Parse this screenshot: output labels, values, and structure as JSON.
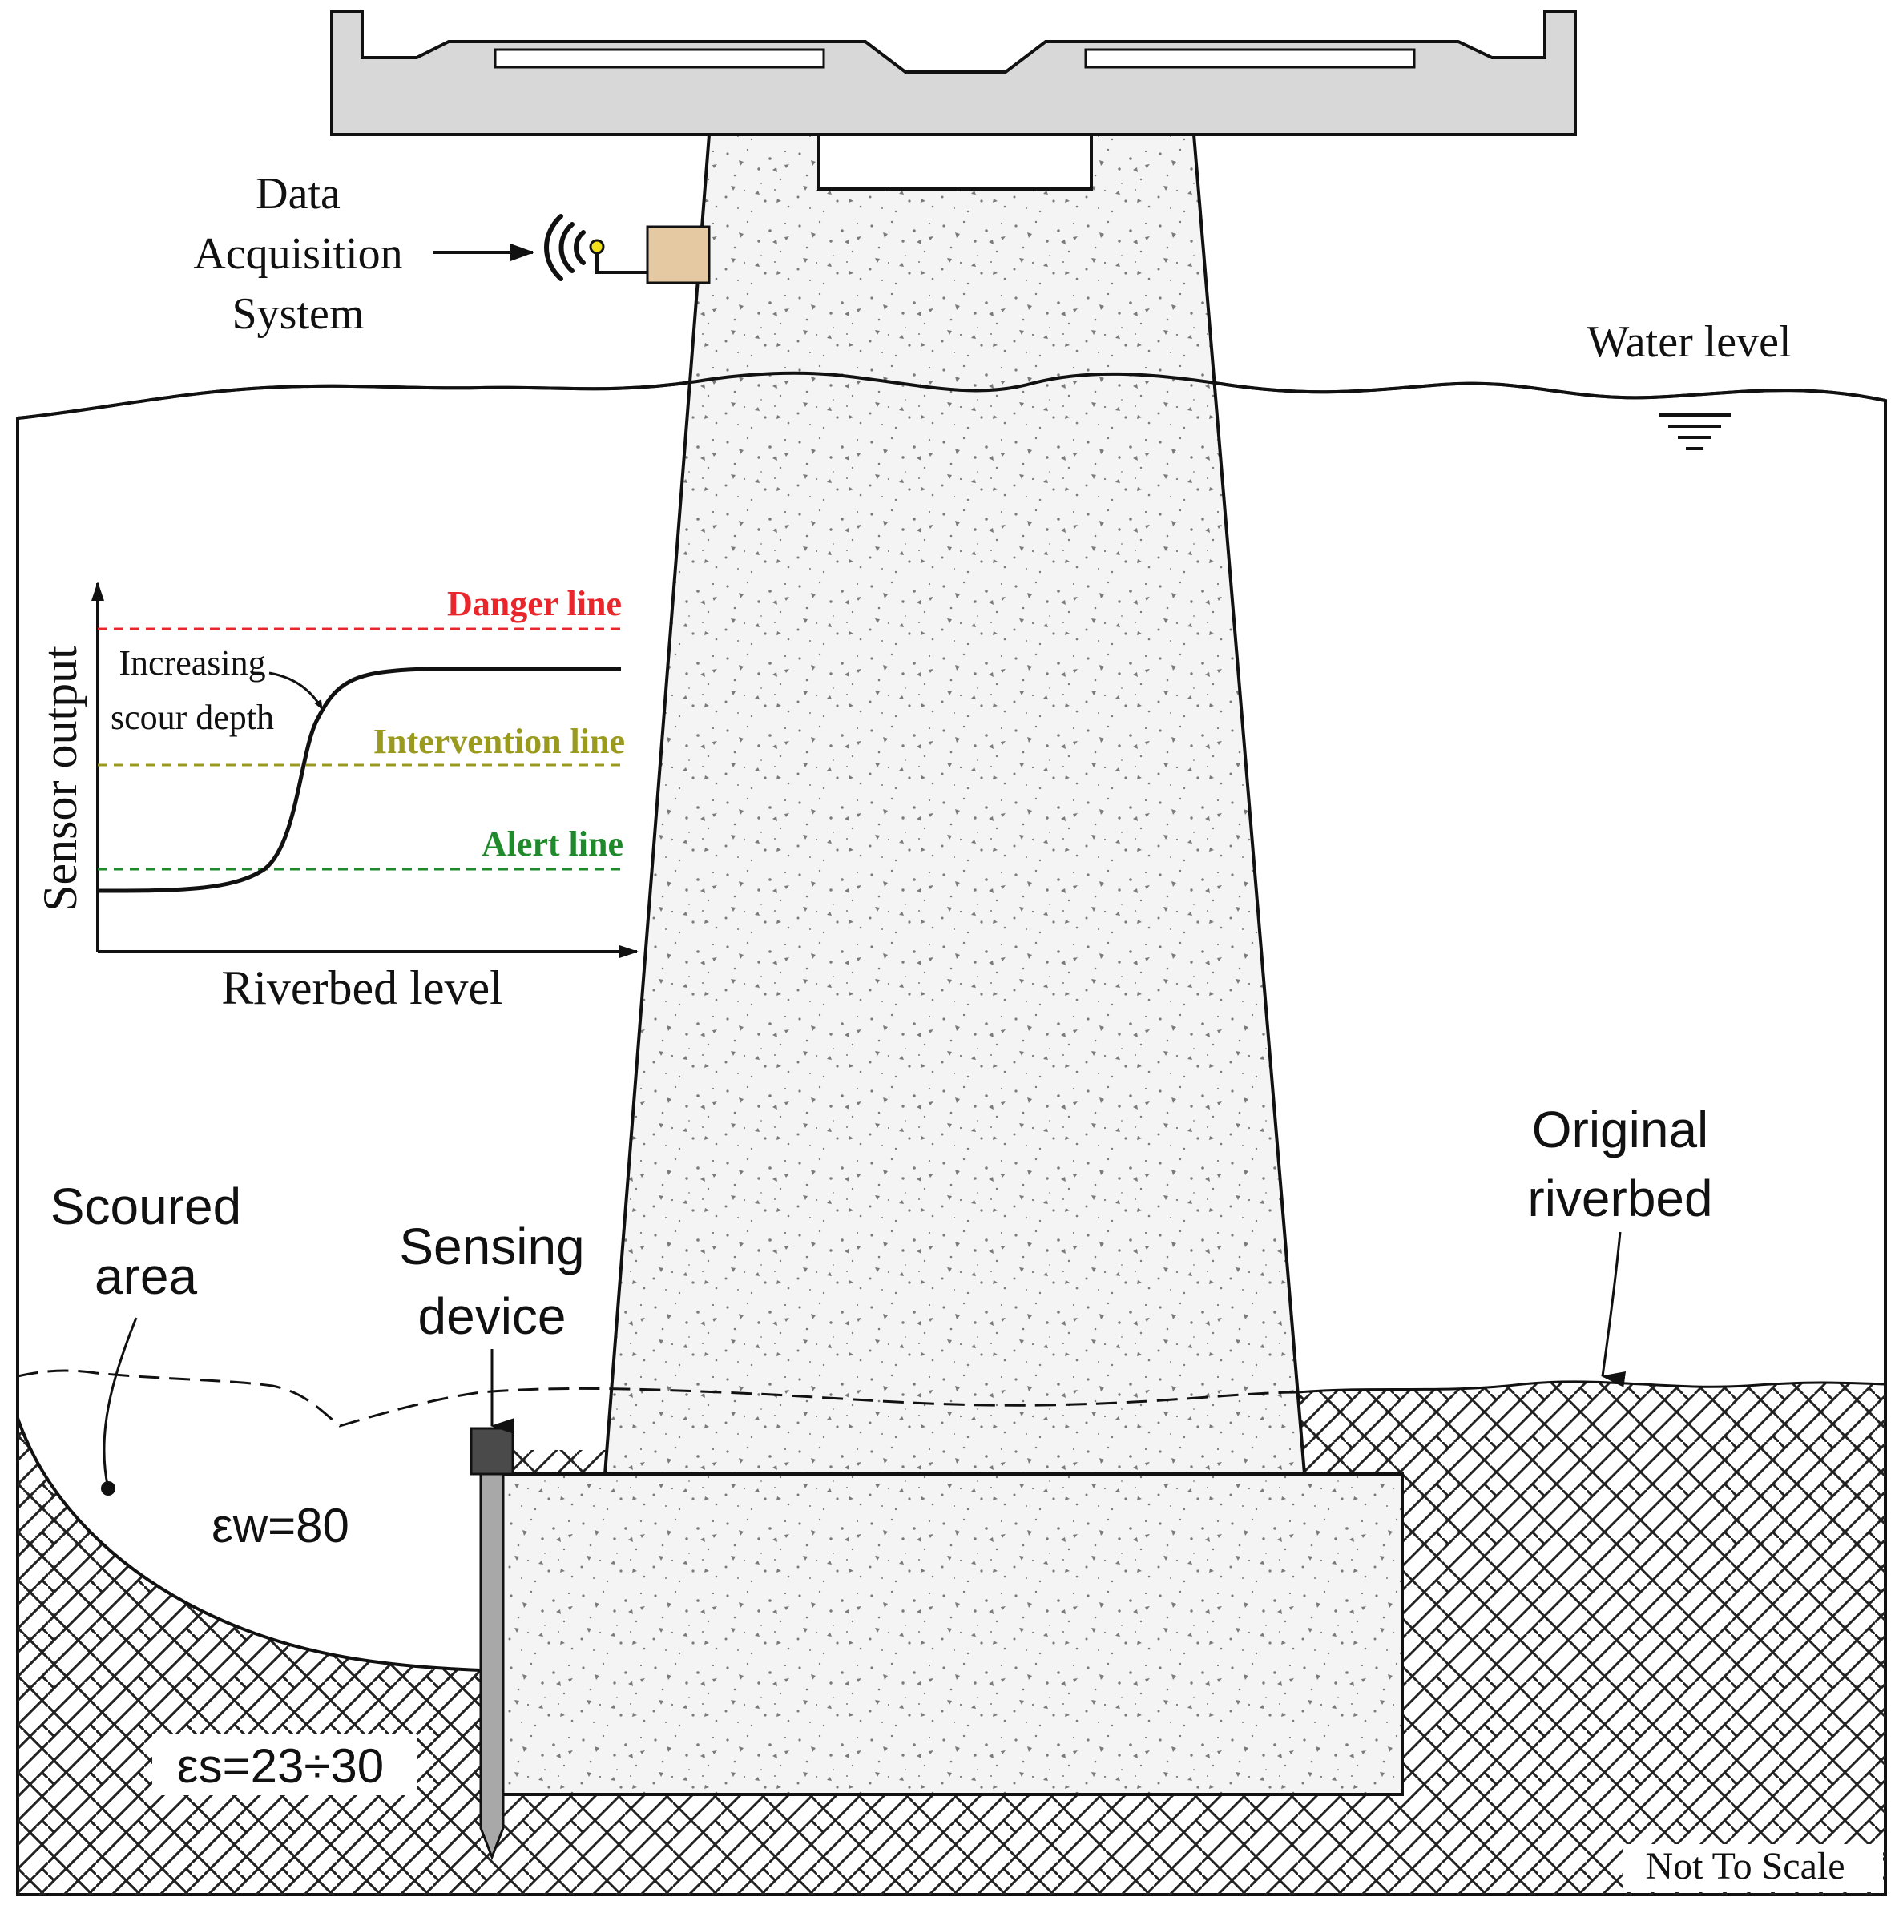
{
  "labels": {
    "data_acquisition": [
      "Data",
      "Acquisition",
      "System"
    ],
    "water_level": "Water level",
    "scoured_area": [
      "Scoured",
      "area"
    ],
    "sensing_device": [
      "Sensing",
      "device"
    ],
    "original_riverbed": [
      "Original",
      "riverbed"
    ],
    "eps_water": "εw=80",
    "eps_soil": "εs=23÷30",
    "not_to_scale": "Not To Scale"
  },
  "inset_chart": {
    "ylabel": "Sensor output",
    "xlabel": "Riverbed level",
    "curve_annotation": [
      "Increasing",
      "scour depth"
    ],
    "thresholds": [
      {
        "key": "danger",
        "name": "Danger line",
        "color": "#e8262b"
      },
      {
        "key": "intervention",
        "name": "Intervention line",
        "color": "#9a9a1e"
      },
      {
        "key": "alert",
        "name": "Alert line",
        "color": "#1f8a2c"
      }
    ]
  },
  "colors": {
    "deck": "#d8d8d8",
    "concrete": "#f2f2f2",
    "daq_box": "#e5c9a3",
    "sensor_head": "#4a4a4a",
    "sensor_rod": "#a8a8a8",
    "antenna_dot": "#f2e21c",
    "line": "#111111"
  }
}
